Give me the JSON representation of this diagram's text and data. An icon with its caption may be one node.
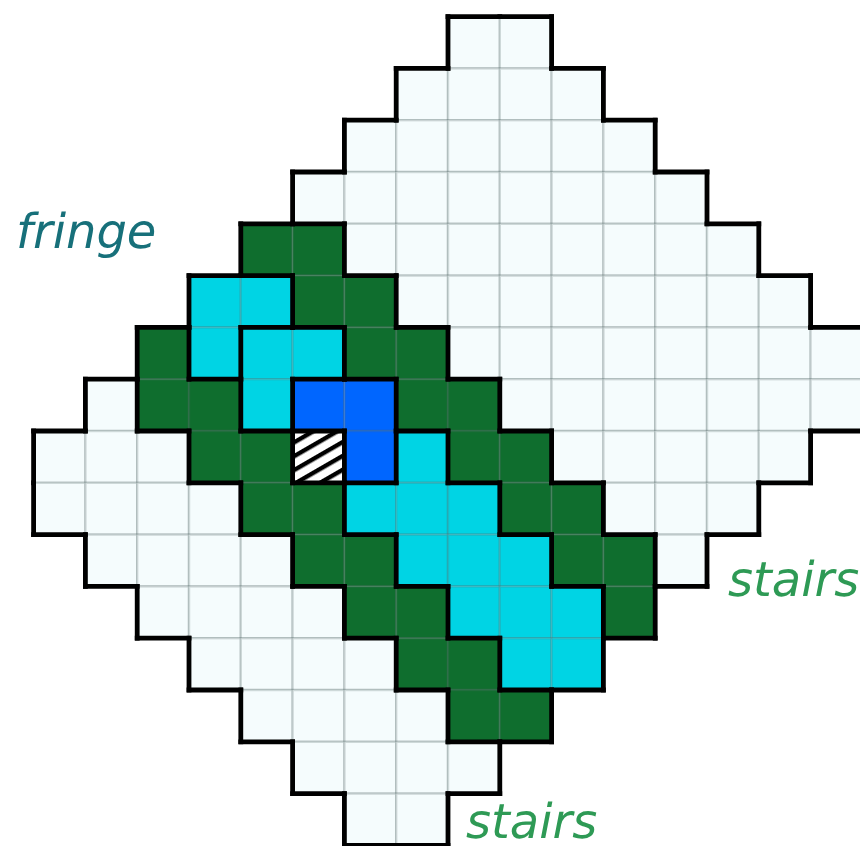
{
  "diagram": {
    "labels": [
      "fringe",
      "stairs",
      "stairs"
    ]
  }
}
